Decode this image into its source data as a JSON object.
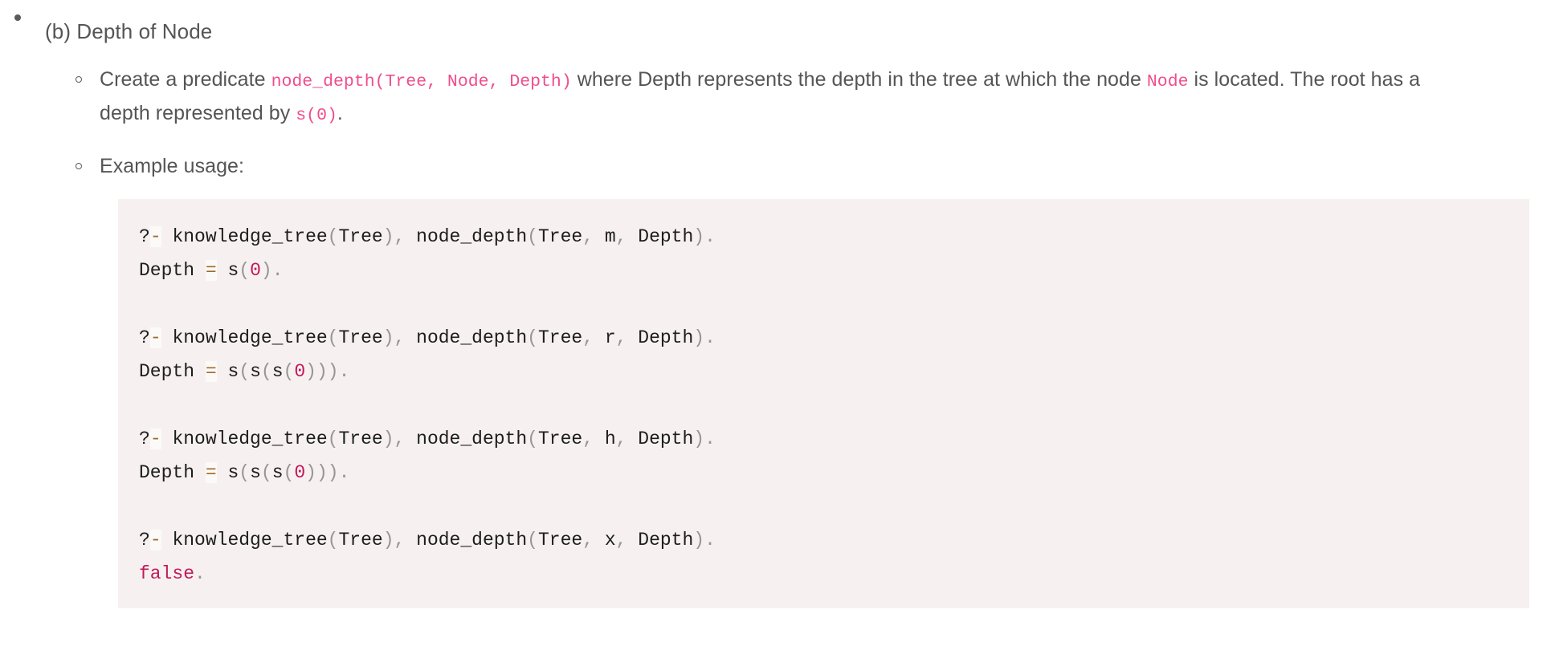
{
  "document": {
    "section": {
      "bullet_icon": "disc-bullet-icon",
      "heading": "(b) Depth of Node"
    },
    "sub_items": [
      {
        "bullet_icon": "circle-bullet-icon",
        "segments": [
          {
            "type": "text",
            "value": "Create a predicate "
          },
          {
            "type": "code",
            "value": "node_depth(Tree, Node, Depth)"
          },
          {
            "type": "text",
            "value": " where Depth represents the depth in the tree at which the node "
          },
          {
            "type": "code",
            "value": "Node"
          },
          {
            "type": "text",
            "value": " is located. The root has a depth represented by "
          },
          {
            "type": "code",
            "value": "s(0)"
          },
          {
            "type": "text",
            "value": "."
          }
        ],
        "plain": "Create a predicate node_depth(Tree, Node, Depth) where Depth represents the depth in the tree at which the node Node is located. The root has a depth represented by s(0)."
      },
      {
        "bullet_icon": "circle-bullet-icon",
        "segments": [
          {
            "type": "text",
            "value": "Example usage:"
          }
        ],
        "plain": "Example usage:"
      }
    ],
    "code_block": {
      "language": "prolog",
      "background": "#f6f1f0",
      "groups": [
        {
          "query": "?- knowledge_tree(Tree), node_depth(Tree, m, Depth).",
          "result": "Depth = s(0).",
          "node": "m"
        },
        {
          "query": "?- knowledge_tree(Tree), node_depth(Tree, r, Depth).",
          "result": "Depth = s(s(s(0))).",
          "node": "r"
        },
        {
          "query": "?- knowledge_tree(Tree), node_depth(Tree, h, Depth).",
          "result": "Depth = s(s(s(0))).",
          "node": "h"
        },
        {
          "query": "?- knowledge_tree(Tree), node_depth(Tree, x, Depth).",
          "result": "false.",
          "node": "x"
        }
      ]
    }
  },
  "colors": {
    "body_text": "#555555",
    "inline_code_pink": "#ef4e8c",
    "code_background": "#f6f1f0",
    "code_plain": "#1d1d1d",
    "code_punctuation": "#999595",
    "code_operator": "#a06a28",
    "code_number": "#c2185b",
    "code_false": "#c2185b",
    "page_background": "#ffffff"
  }
}
